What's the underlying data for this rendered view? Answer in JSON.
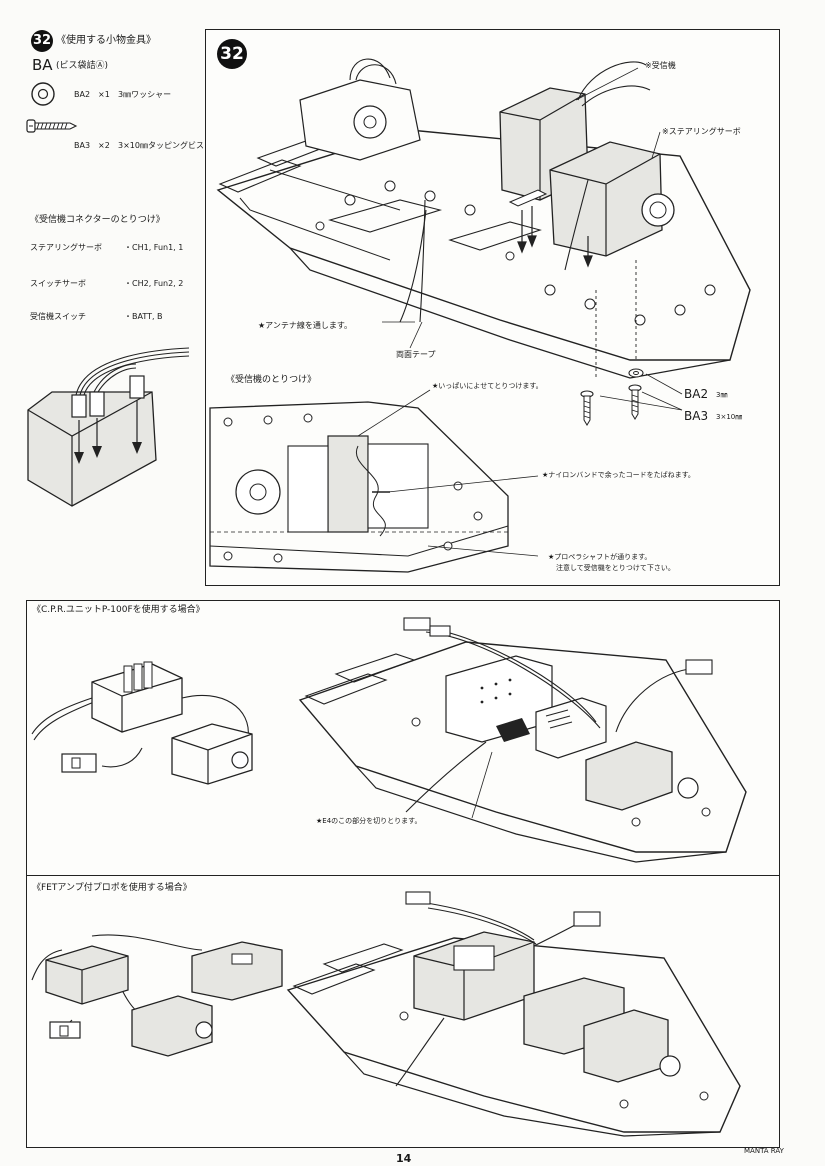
{
  "step": {
    "number": "32",
    "hardware_title": "《使用する小物金具》",
    "bag_code": "BA",
    "bag_label": "(ビス袋詰Ⓐ)",
    "parts": [
      {
        "code": "BA2",
        "qty": "×1",
        "desc": "3㎜ワッシャー",
        "icon": "washer-icon"
      },
      {
        "code": "BA3",
        "qty": "×2",
        "desc": "3×10㎜タッピングビス",
        "icon": "tapping-screw-icon"
      }
    ]
  },
  "connectors": {
    "title": "《受信機コネクターのとりつけ》",
    "rows": [
      {
        "device": "ステアリングサーボ",
        "channel": "・CH1, Fun1, 1"
      },
      {
        "device": "スイッチサーボ",
        "channel": "・CH2, Fun2, 2"
      },
      {
        "device": "受信機スイッチ",
        "channel": "・BATT, B"
      }
    ]
  },
  "main_diagram": {
    "receiver_label": "※受信機",
    "servo_label": "※ステアリングサーボ",
    "antenna_note": "★アンテナ線を通します。",
    "tape_label": "両面テープ",
    "washer_code": "BA2",
    "washer_size": "3㎜",
    "screw_code": "BA3",
    "screw_size": "3×10㎜"
  },
  "inset": {
    "title": "《受信機のとりつけ》",
    "note_push": "★いっぱいによせてとりつけます。",
    "note_band": "★ナイロンバンドで余ったコードをたばねます。",
    "note_shaft_1": "★プロペラシャフトが通ります。",
    "note_shaft_2": "注意して受信機をとりつけて下さい。"
  },
  "cpr_section": {
    "title": "《C.P.R.ユニットP-100Fを使用する場合》",
    "note": "★E4のこの部分を切りとります。"
  },
  "fet_section": {
    "title": "《FETアンプ付プロポを使用する場合》"
  },
  "footer": {
    "page_number": "14",
    "model_name": "MANTA RAY"
  }
}
